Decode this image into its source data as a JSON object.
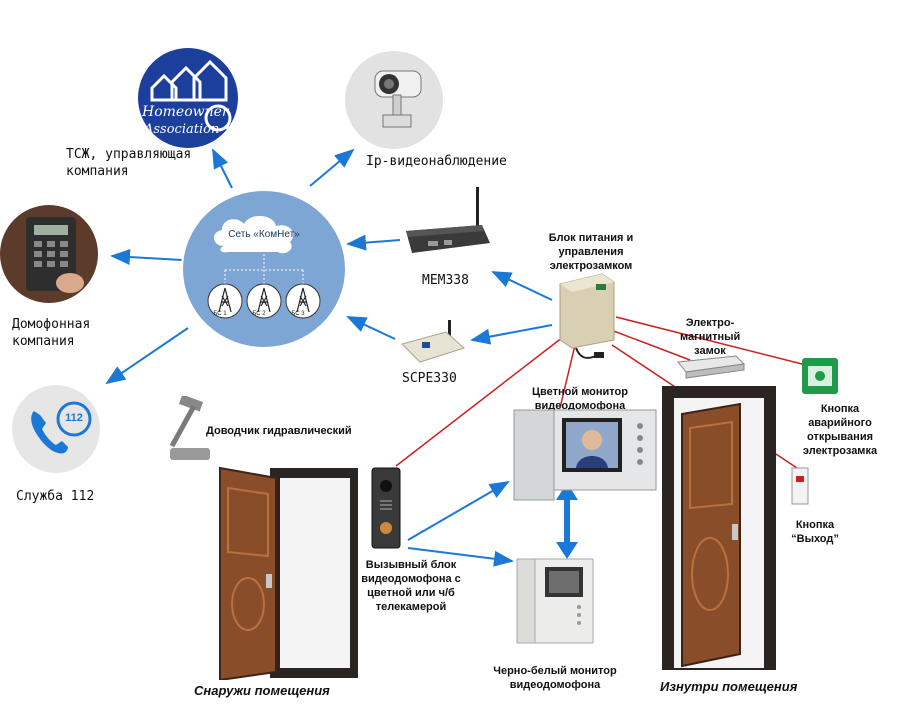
{
  "hub": {
    "network_label": "Сеть «КомНет»",
    "stations": [
      "БС 1",
      "БС 2",
      "БС 3"
    ]
  },
  "hoa_logo": {
    "line1": "Homeowner",
    "line2": "Association"
  },
  "panel_112": {
    "number": "112"
  },
  "labels": {
    "hoa": "ТСЖ, управляющая компания",
    "ipcam": "Ip-видеонаблюдение",
    "intercom_company": "Домофонная компания",
    "service112": "Служба 112",
    "mem338": "MEM338",
    "scpe330": "SCPE330",
    "power_unit": "Блок питания и управления электрозамком",
    "maglock": "Электро- магнитный замок",
    "emergency_button": "Кнопка аварийного открывания электрозамка",
    "exit_button": "Кнопка “Выход”",
    "color_monitor": "Цветной монитор видеодомофона",
    "door_closer": "Доводчик гидравлический",
    "call_unit": "Вызывный блок видеодомофона с цветной или ч/б телекамерой",
    "bw_monitor": "Черно-белый монитор видеодомофона",
    "outside": "Снаружи помещения",
    "inside": "Изнутри помещения"
  },
  "colors": {
    "blue_arrow": "#1c78d6",
    "red_line": "#cc2020",
    "hub_fill": "#7ea6d4"
  }
}
